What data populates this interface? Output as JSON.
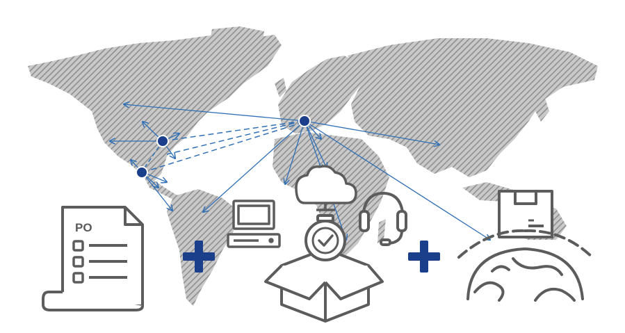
{
  "colors": {
    "map_hatch": "#a3a3a3",
    "route_line": "#2f6fb6",
    "hub_dot": "#1b3f8b",
    "plus_sign": "#1b3f8b",
    "icon_stroke": "#5c5c5c"
  },
  "document": {
    "label": "PO",
    "icon": "document-icon"
  },
  "icons": [
    "computer-icon",
    "cloud-icon",
    "clock-check-icon",
    "open-box-icon",
    "headset-icon",
    "package-icon",
    "globe-icon"
  ],
  "operators": [
    "plus",
    "plus"
  ]
}
